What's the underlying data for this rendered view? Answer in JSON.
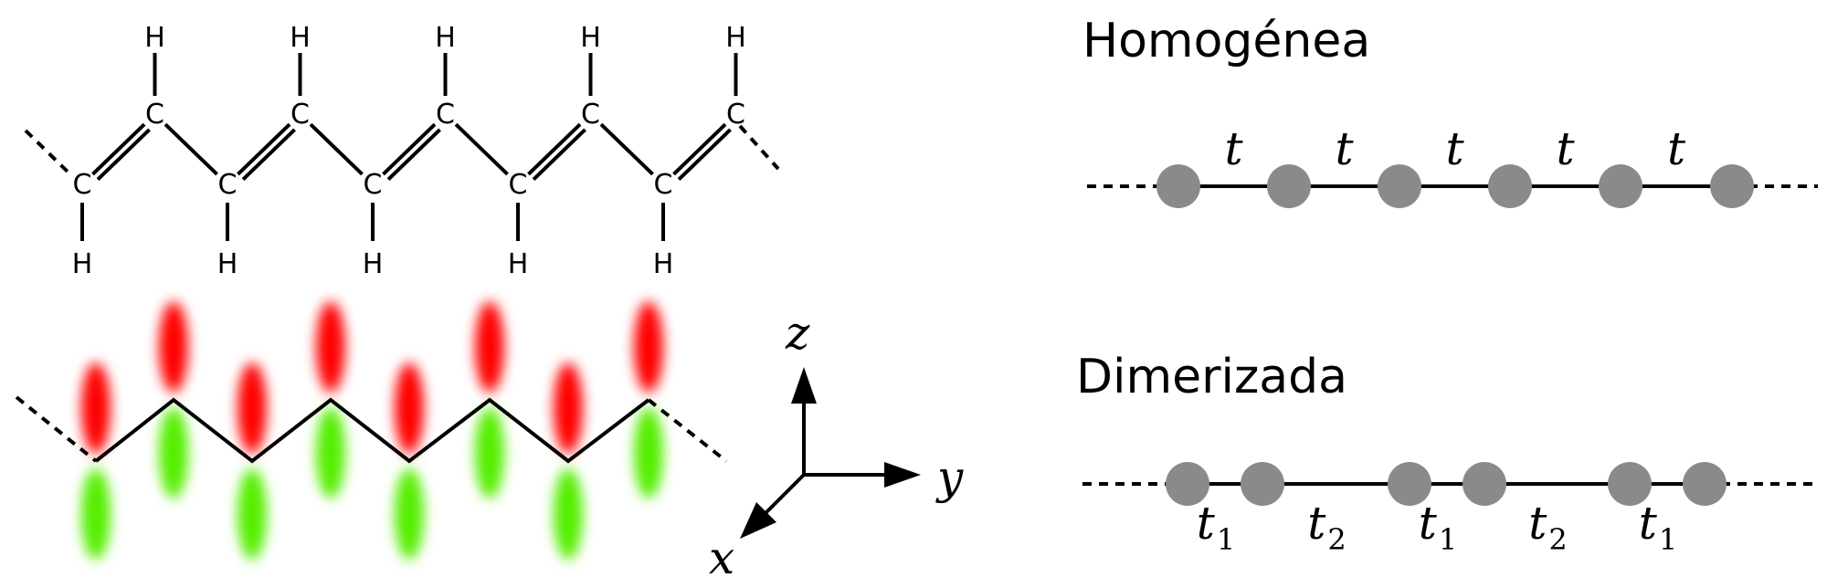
{
  "molecule": {
    "carbon_symbol": "C",
    "hydrogen_symbol": "H",
    "carbon_count": 10
  },
  "axes": {
    "x": "x",
    "y": "y",
    "z": "z"
  },
  "homogeneous": {
    "title": "Homogénea",
    "hopping": [
      "t",
      "t",
      "t",
      "t",
      "t"
    ]
  },
  "dimerized": {
    "title": "Dimerizada",
    "hopping": [
      {
        "base": "t",
        "sub": "1"
      },
      {
        "base": "t",
        "sub": "2"
      },
      {
        "base": "t",
        "sub": "1"
      },
      {
        "base": "t",
        "sub": "2"
      },
      {
        "base": "t",
        "sub": "1"
      }
    ]
  },
  "colors": {
    "lobe_upper": "#ff0000",
    "lobe_lower": "#55ee00",
    "site": "#8a8a8a",
    "line": "#000000"
  }
}
